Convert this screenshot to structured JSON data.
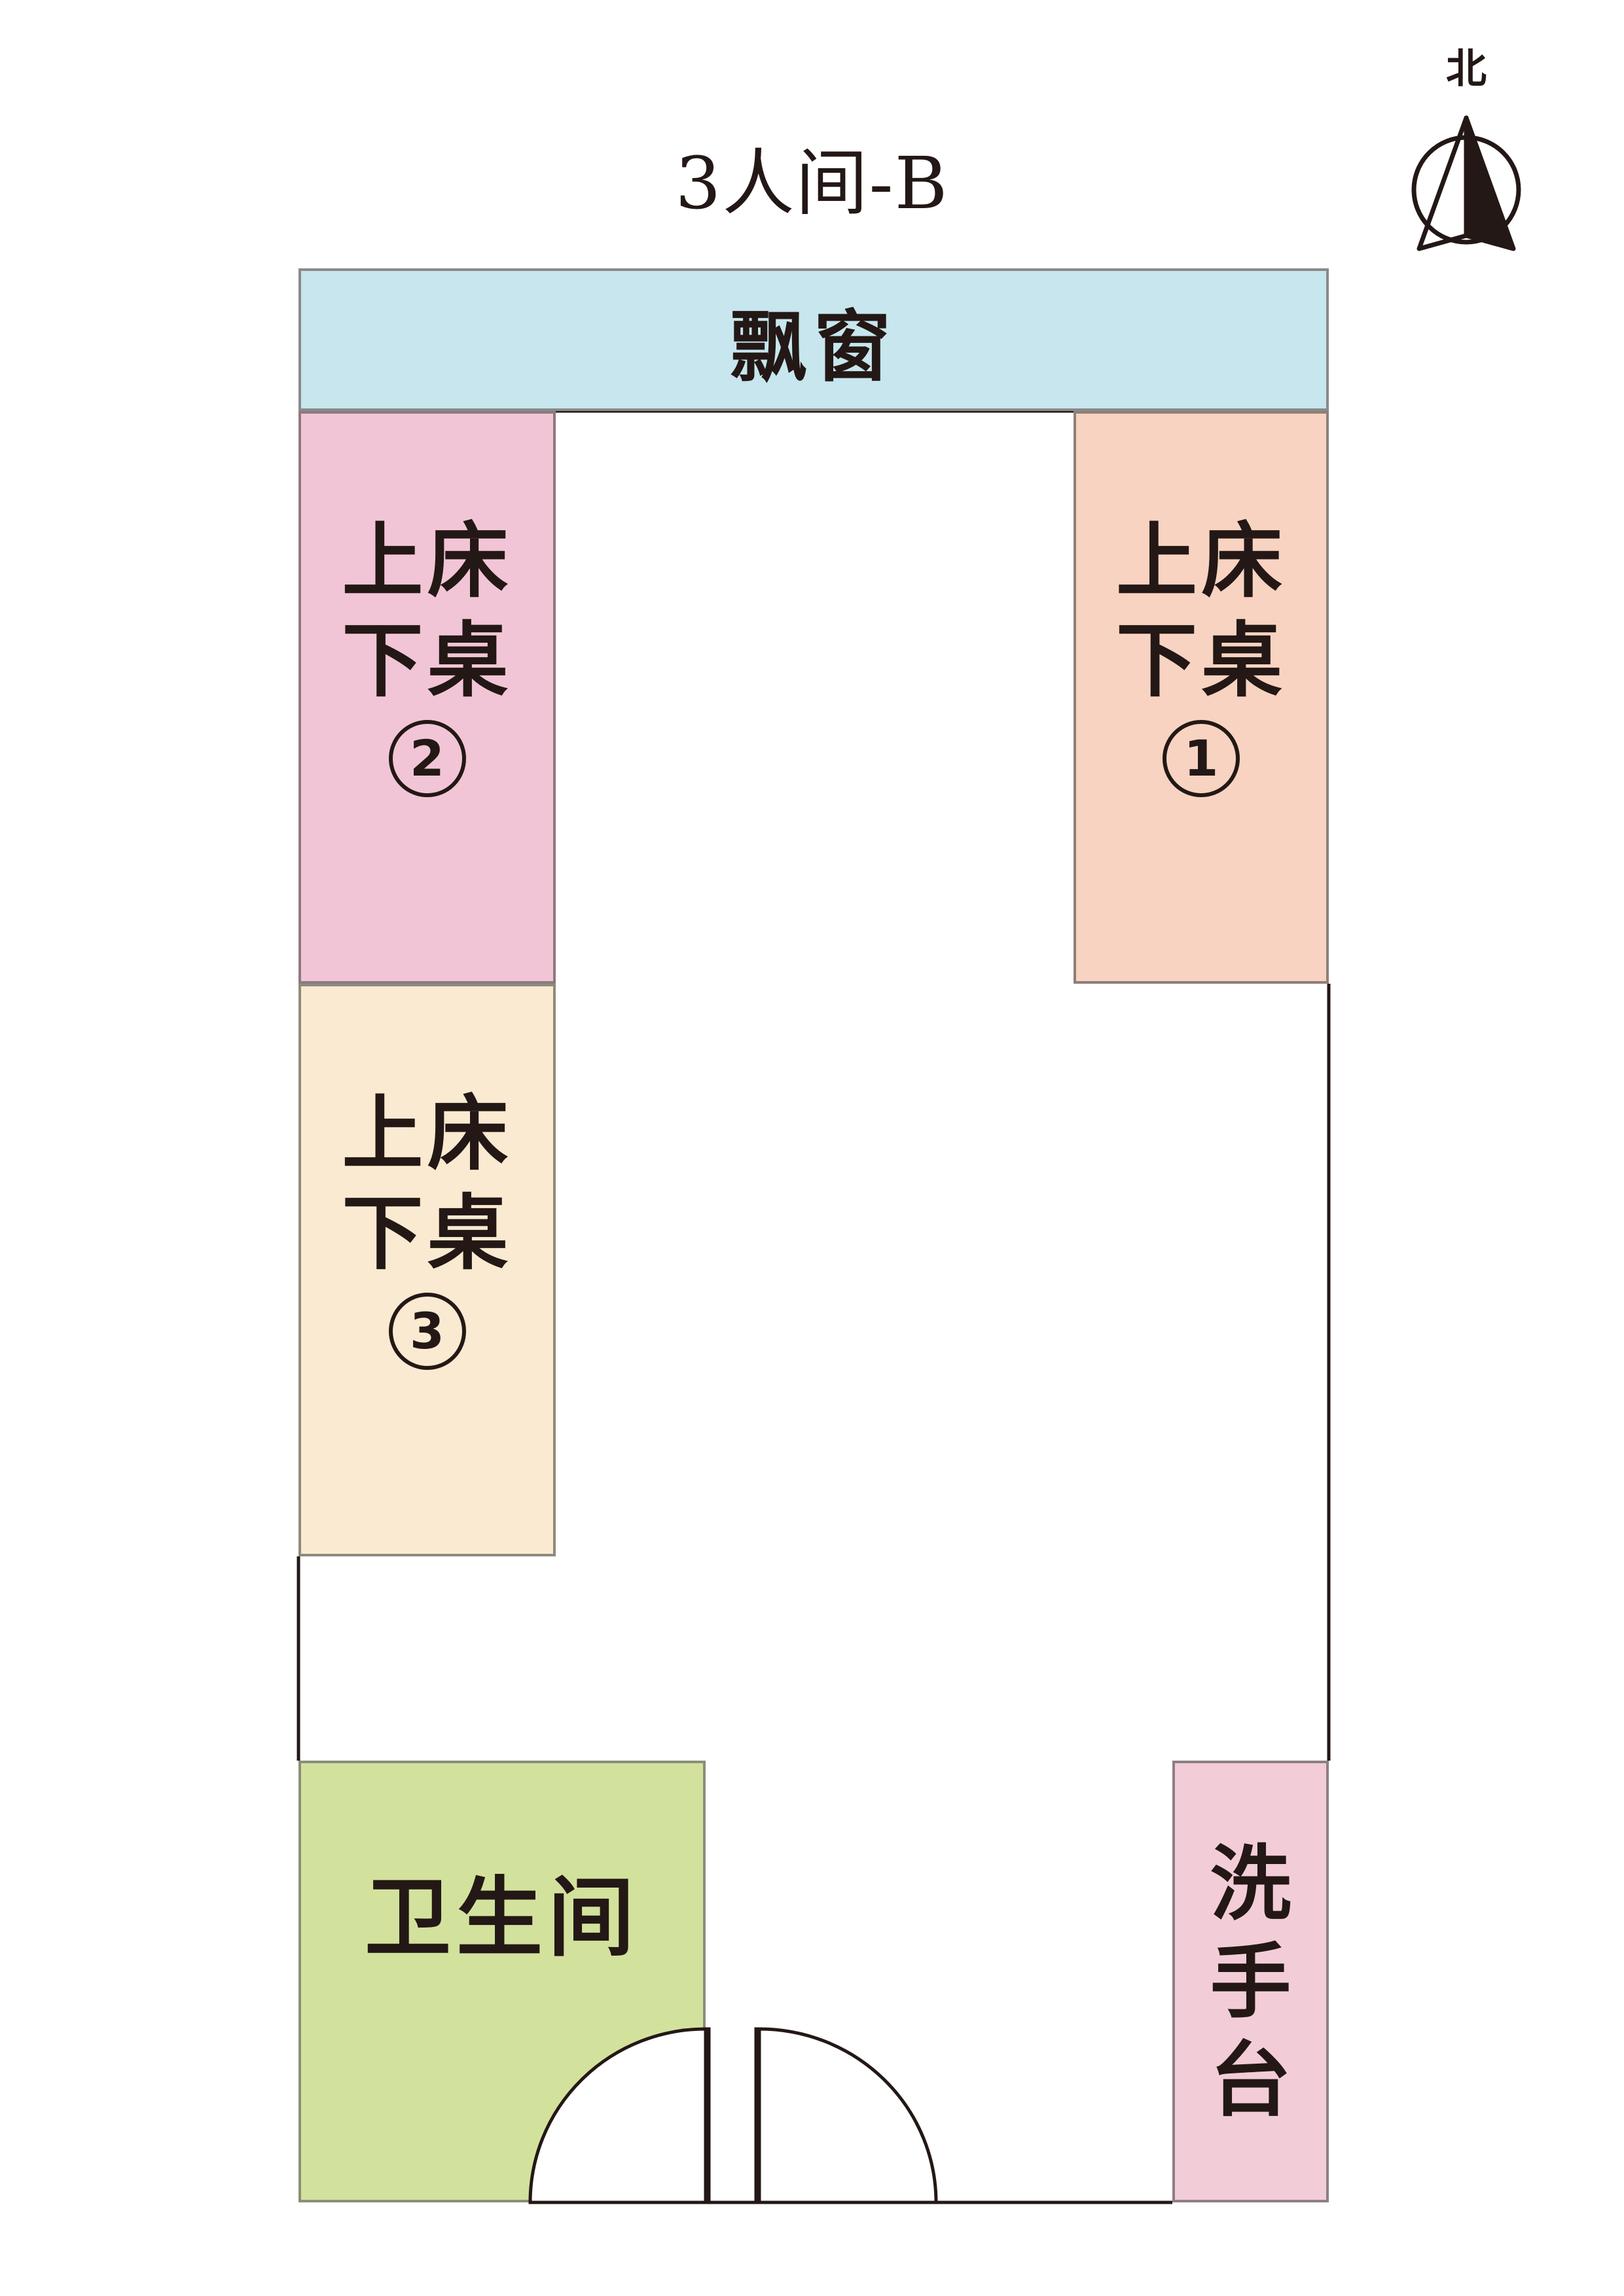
{
  "title": "3人间-B",
  "compass": {
    "label": "北",
    "icon": "north-arrow-icon"
  },
  "zones": {
    "bay_window": {
      "label": "飘窗",
      "color": "#c7e6ed"
    },
    "bed_1": {
      "line1": "上床",
      "line2": "下桌",
      "number": "1",
      "color": "#f8d3c1"
    },
    "bed_2": {
      "line1": "上床",
      "line2": "下桌",
      "number": "2",
      "color": "#f1c5d6"
    },
    "bed_3": {
      "line1": "上床",
      "line2": "下桌",
      "number": "3",
      "color": "#f9ead1"
    },
    "bathroom": {
      "label": "卫生间",
      "color": "#d2e29d"
    },
    "sink": {
      "chars": [
        "洗",
        "手",
        "台"
      ],
      "color": "#f2cdd8"
    }
  },
  "colors": {
    "wall": "#231815",
    "text": "#231815"
  }
}
